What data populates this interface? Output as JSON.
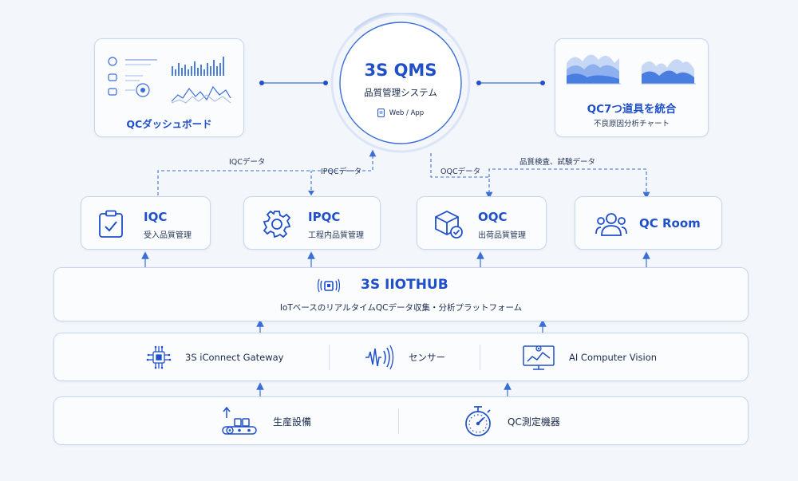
{
  "center": {
    "title": "3S QMS",
    "subtitle": "品質管理システム",
    "badge": "Web / App"
  },
  "dashboard": {
    "label": "QCダッシュボード"
  },
  "qc7": {
    "title": "QC7つ道具を統合",
    "subtitle": "不良原因分析チャート"
  },
  "flows": {
    "iqc_data": "IQCデータ",
    "ipqc_data": "IPQCデータ",
    "oqc_data": "OQCデータ",
    "inspection_data": "品質検査、試験データ"
  },
  "modules": [
    {
      "title": "IQC",
      "subtitle": "受入品質管理",
      "icon": "clipboard-check-icon"
    },
    {
      "title": "IPQC",
      "subtitle": "工程内品質管理",
      "icon": "gear-icon"
    },
    {
      "title": "OQC",
      "subtitle": "出荷品質管理",
      "icon": "box-check-icon"
    },
    {
      "title": "QC Room",
      "subtitle": "",
      "icon": "users-icon"
    }
  ],
  "hub": {
    "title": "3S IIOTHUB",
    "subtitle": "IoTベースのリアルタイムQCデータ収集・分析プラットフォーム"
  },
  "devices": [
    {
      "label": "3S iConnect Gateway",
      "icon": "chip-icon"
    },
    {
      "label": "センサー",
      "icon": "sensor-wave-icon"
    },
    {
      "label": "AI Computer Vision",
      "icon": "monitor-vision-icon"
    }
  ],
  "sources": [
    {
      "label": "生産設備",
      "icon": "conveyor-icon"
    },
    {
      "label": "QC測定機器",
      "icon": "stopwatch-icon"
    }
  ],
  "colors": {
    "accent": "#1f4fc9",
    "line": "#3a6fd8",
    "border": "#c9d6ea"
  }
}
